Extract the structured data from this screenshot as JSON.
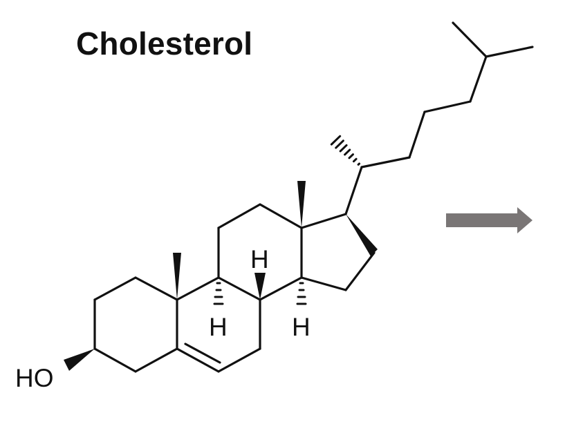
{
  "title": "Cholesterol",
  "labels": {
    "hydroxyl": "HO",
    "hydrogen": "H"
  },
  "colors": {
    "ink": "#111111",
    "arrow": "#7a7676",
    "background": "#ffffff"
  },
  "arrow": {
    "direction": "right",
    "icon": "right-arrow-icon"
  }
}
